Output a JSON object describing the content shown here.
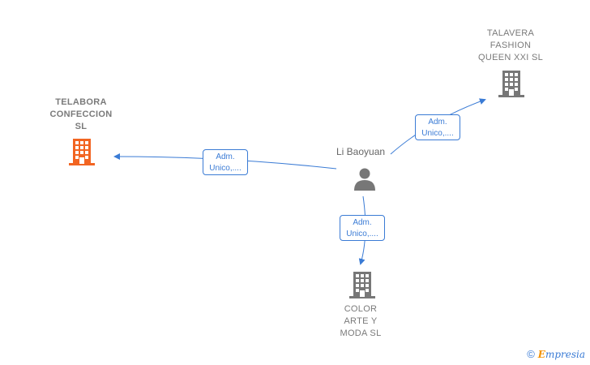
{
  "nodes": {
    "person": {
      "name": "Li Baoyuan"
    },
    "telabora": {
      "name": "TELABORA\nCONFECCION\nSL",
      "color": "#f26522"
    },
    "talavera": {
      "name": "TALAVERA\nFASHION\nQUEEN XXI  SL",
      "color": "#777777"
    },
    "color_arte": {
      "name": "COLOR\nARTE Y\nMODA  SL",
      "color": "#777777"
    }
  },
  "edges": [
    {
      "label": "Adm.\nUnico,...."
    },
    {
      "label": "Adm.\nUnico,...."
    },
    {
      "label": "Adm.\nUnico,...."
    }
  ],
  "footer": {
    "copyright": "©",
    "brand_initial": "E",
    "brand_rest": "mpresia"
  },
  "colors": {
    "edge": "#3a7bd5",
    "text": "#777777"
  }
}
